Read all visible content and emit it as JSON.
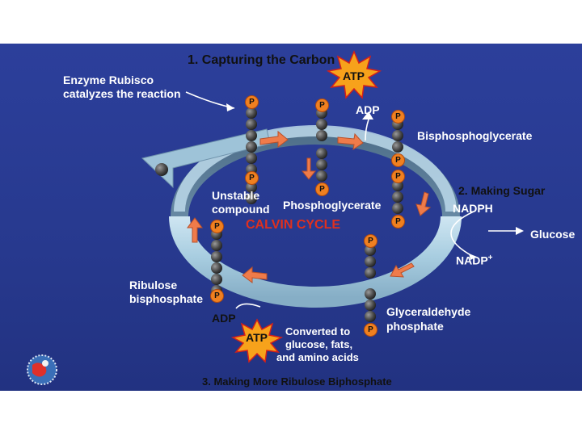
{
  "labels": {
    "step1": "1. Capturing the Carbon",
    "enzyme_line1": "Enzyme Rubisco",
    "enzyme_line2": "catalyzes the reaction",
    "atp_top": "ATP",
    "adp_top": "ADP",
    "bisphosphoglycerate": "Bisphosphoglycerate",
    "step2": "2. Making Sugar",
    "nadph": "NADPH",
    "glucose": "Glucose",
    "nadp": "NADP",
    "nadp_sup": "+",
    "unstable_line1": "Unstable",
    "unstable_line2": "compound",
    "phosphoglycerate": "Phosphoglycerate",
    "calvin_cycle": "CALVIN CYCLE",
    "ribulose_line1": "Ribulose",
    "ribulose_line2": "bisphosphate",
    "adp_bottom": "ADP",
    "atp_bottom": "ATP",
    "converted_line1": "Converted to",
    "converted_line2": "glucose, fats,",
    "converted_line3": "and amino acids",
    "glyceraldehyde_line1": "Glyceraldehyde",
    "glyceraldehyde_line2": "phosphate",
    "step3": "3. Making More Ribulose Biphosphate",
    "phosphate": "P"
  },
  "colors": {
    "background": "#27398e",
    "ring_top": "#a8cde0",
    "ring_inner": "#6b8ea8",
    "step_label": "#111111",
    "calvin_label": "#e0301e",
    "atp_burst": "#f7a21b",
    "phosphate": "#f08020",
    "flow_arrow": "#ef7b4a"
  }
}
